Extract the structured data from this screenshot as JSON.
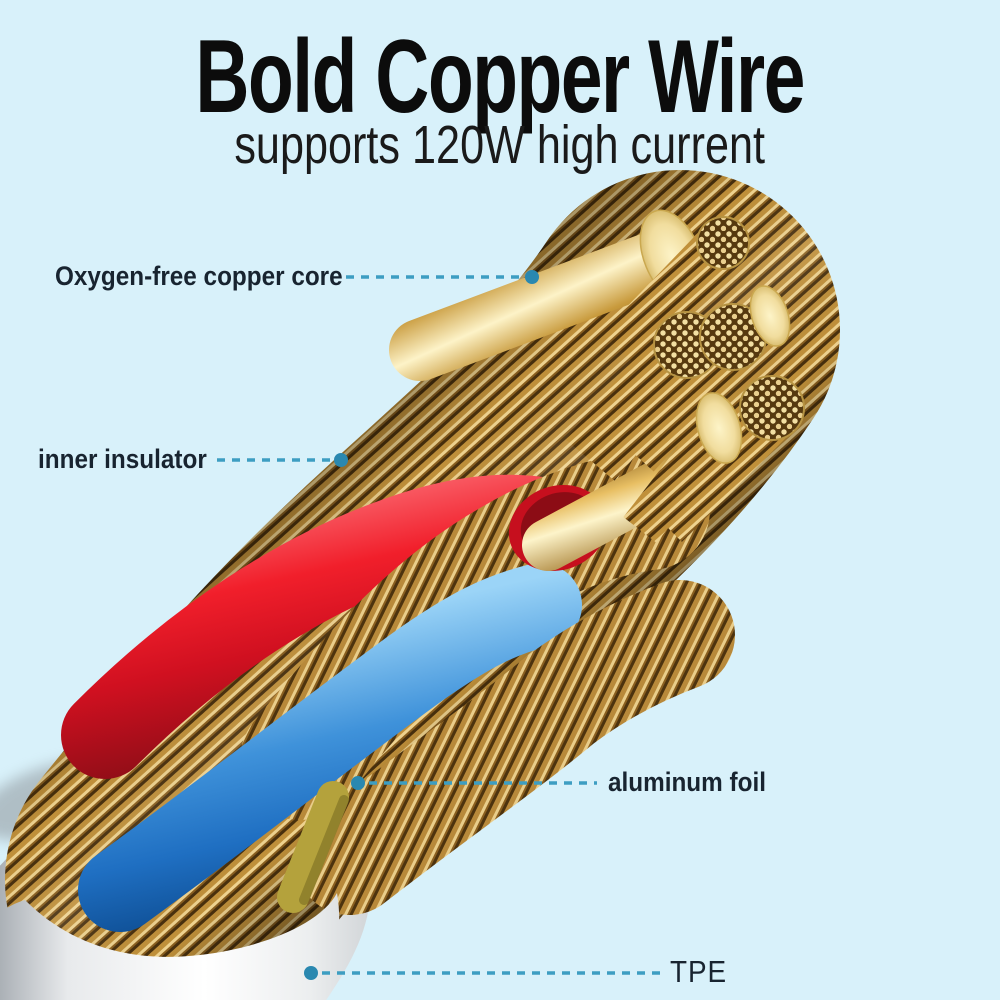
{
  "title": "Bold Copper Wire",
  "subtitle": "supports 120W high current",
  "callouts": [
    {
      "id": "copper-core",
      "label": "Oxygen-free copper core",
      "side": "left"
    },
    {
      "id": "inner-insulator",
      "label": "inner insulator",
      "side": "left"
    },
    {
      "id": "aluminum-foil",
      "label": "aluminum foil",
      "side": "right"
    },
    {
      "id": "tpe",
      "label": "TPE",
      "side": "right"
    }
  ],
  "colors": {
    "background": "#d8f1fa",
    "heading_text": "#0c0c0c",
    "label_text": "#182430",
    "callout_line": "#3d9ec2",
    "callout_dot": "#2a88b0",
    "copper_strand": "#c8963a",
    "copper_highlight": "#f5e6ad",
    "red_insulator": "#e8131f",
    "blue_insulator": "#2f86d3",
    "aluminum_foil": "#c3c8cc",
    "tpe_jacket": "#ffffff"
  }
}
